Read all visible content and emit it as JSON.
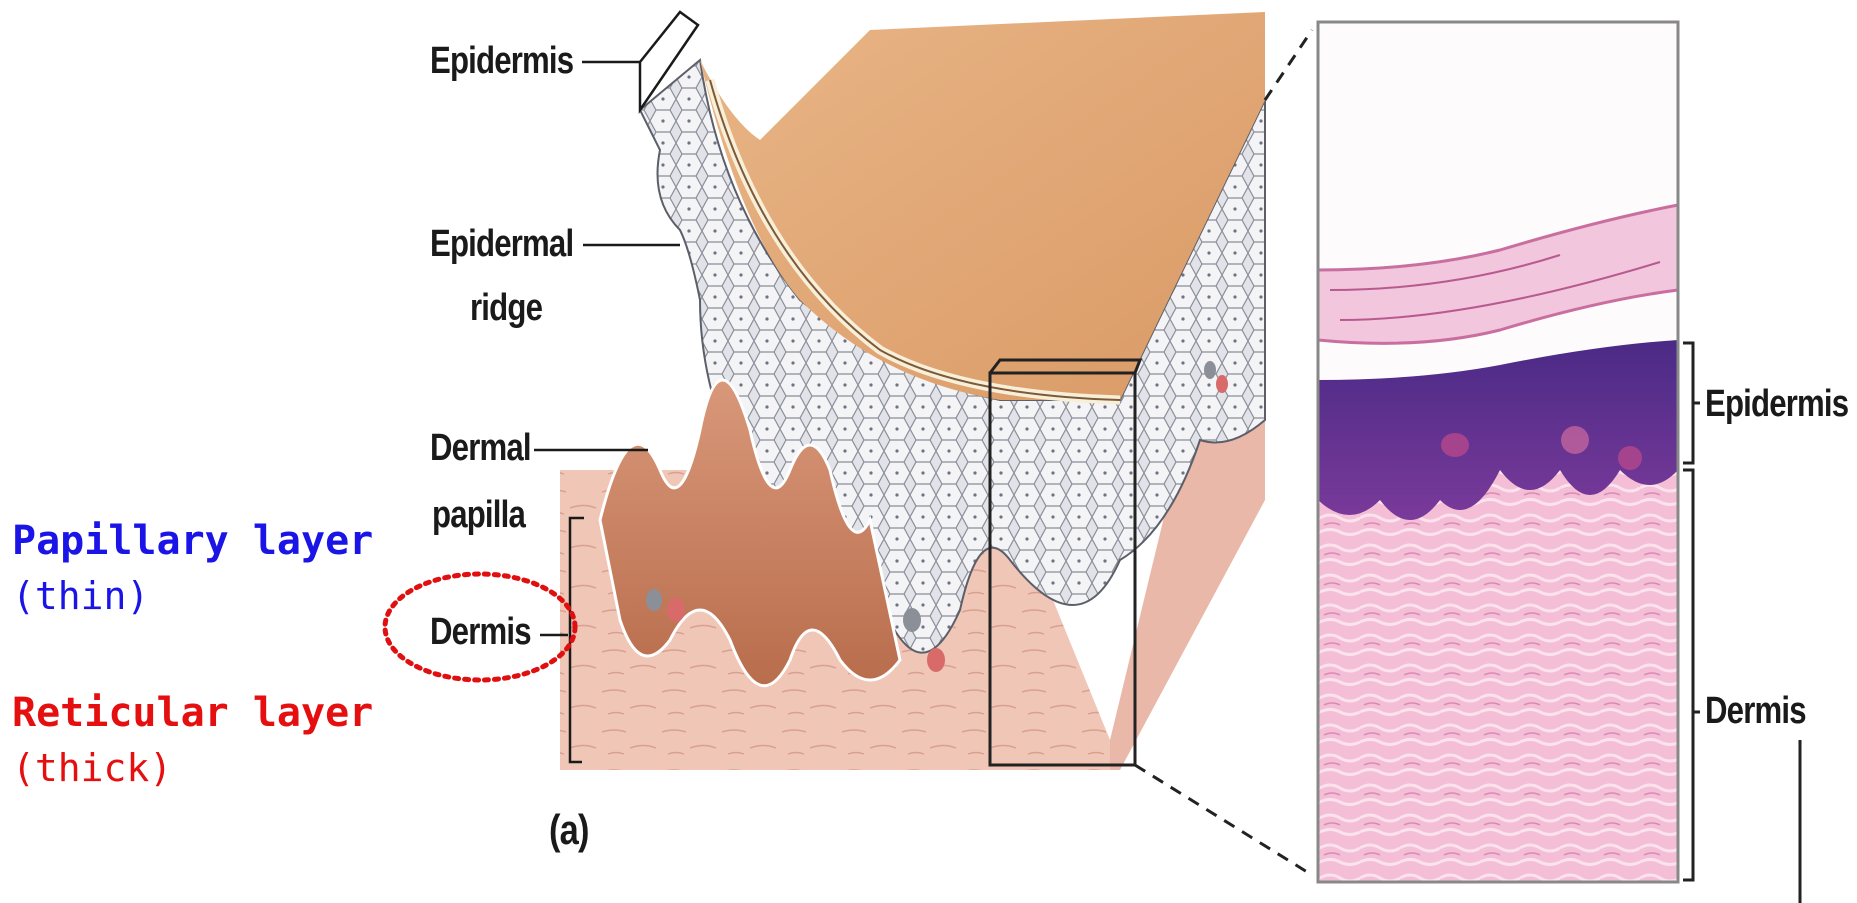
{
  "annotations": {
    "papillary": {
      "label": "Papillary layer",
      "note": "(thin)"
    },
    "reticular": {
      "label": "Reticular layer",
      "note": "(thick)"
    }
  },
  "drawing_labels": {
    "epidermis": "Epidermis",
    "epidermal_ridge_line1": "Epidermal",
    "epidermal_ridge_line2": "ridge",
    "dermal_papilla_line1": "Dermal",
    "dermal_papilla_line2": "papilla",
    "dermis": "Dermis",
    "panel": "(a)"
  },
  "micrograph_labels": {
    "epidermis": "Epidermis",
    "dermis": "Dermis"
  },
  "colors": {
    "papillary_text": "#1a14e6",
    "reticular_text": "#e60f0f",
    "highlight_circle": "#e01010",
    "skin_surface": "#e2aa78",
    "dermis": "#f0c4b4",
    "papilla": "#c8825e",
    "epidermis_cells": "#dcdde3",
    "stain_epidermis": "#5a2f8c",
    "stain_dermis": "#f1b6cf"
  }
}
